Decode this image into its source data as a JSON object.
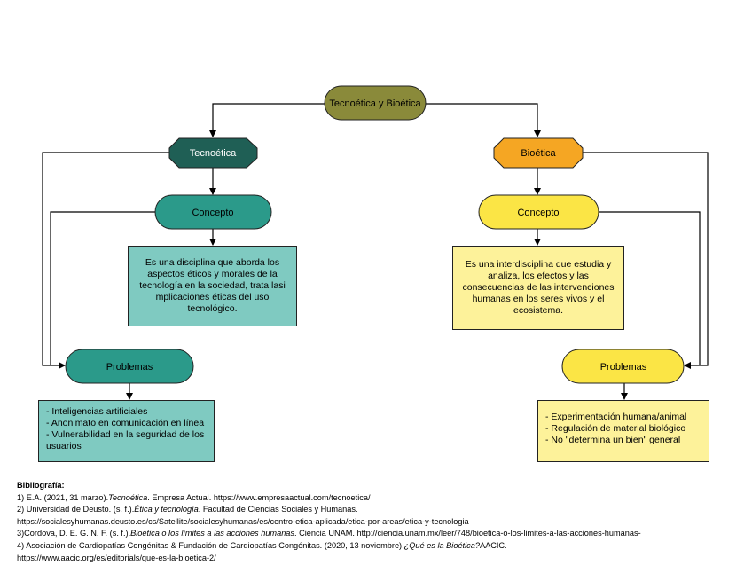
{
  "diagram": {
    "root": {
      "label": "Tecnoética y Bioética",
      "color": "#8a8a3a"
    },
    "left": {
      "title": "Tecnoética",
      "title_color": "#1f5f55",
      "concept_label": "Concepto",
      "concept_color": "#2b9a8a",
      "concept_text": "Es una disciplina que aborda los aspectos éticos y morales de la tecnología en la sociedad, trata lasi mplicaciones éticas del uso tecnológico.",
      "concept_box_color": "#7fcac1",
      "problems_label": "Problemas",
      "problems_color": "#2b9a8a",
      "problems_items": [
        "- Inteligencias artificiales",
        "- Anonimato en comunicación en línea",
        "- Vulnerabilidad en la seguridad de los",
        "usuarios"
      ]
    },
    "right": {
      "title": "Bioética",
      "title_color": "#f5a623",
      "concept_label": "Concepto",
      "concept_color": "#fbe545",
      "concept_text": "Es una interdisciplina que estudia y analiza, los efectos y las consecuencias de las intervenciones humanas en los seres vivos y el ecosistema.",
      "concept_box_color": "#fdf29a",
      "problems_label": "Problemas",
      "problems_color": "#fbe545",
      "problems_items": [
        "- Experimentación humana/animal",
        "- Regulación de material biológico",
        "- No \"determina un bien\" general"
      ]
    }
  },
  "bibliography": {
    "heading": "Bibliografía:",
    "refs": [
      {
        "pre": "1) E.A. (2021, 31 marzo).",
        "italic": "Tecnoética",
        "post": ". Empresa Actual. https://www.empresaactual.com/tecnoetica/"
      },
      {
        "pre": "2) Universidad de Deusto. (s. f.).",
        "italic": "Ética y tecnología",
        "post": ". Facultad de Ciencias Sociales y Humanas.",
        "cont": "https://socialesyhumanas.deusto.es/cs/Satellite/socialesyhumanas/es/centro-etica-aplicada/etica-por-areas/etica-y-tecnologia"
      },
      {
        "pre": "3)Cordova, D. E. G. N. F. (s. f.).",
        "italic": "Bioética o los límites a las acciones humanas",
        "post": ". Ciencia UNAM. http://ciencia.unam.mx/leer/748/bioetica-o-los-limites-a-las-acciones-humanas-"
      },
      {
        "pre": "4) Asociación de Cardiopatías Congénitas & Fundación de Cardiopatías Congénitas. (2020, 13 noviembre).",
        "italic": "¿Qué es la Bioética?",
        "post": "AACIC.",
        "cont": "https://www.aacic.org/es/editorials/que-es-la-bioetica-2/"
      }
    ]
  }
}
